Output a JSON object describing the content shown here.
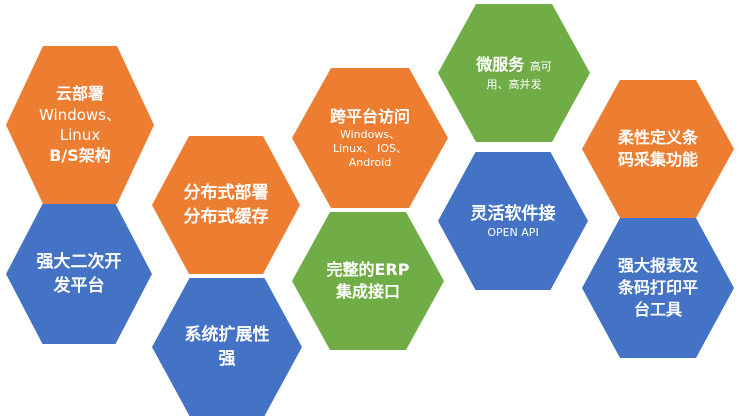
{
  "hexagons": {
    "cloud": {
      "title": "云部署",
      "line1": "Windows、",
      "line2": "Linux",
      "line3": "B/S架构"
    },
    "ha": {
      "title": "微服务",
      "sub_inline": "高可",
      "sub_line2": "用、高并发"
    },
    "cross": {
      "title": "跨平台访问",
      "sub1": "Windows、",
      "sub2": "Linux、 IOS、",
      "sub3": "Android"
    },
    "barcode": {
      "line1": "柔性定义条",
      "line2": "码采集功能"
    },
    "dist": {
      "line1": "分布式部署",
      "line2": "分布式缓存"
    },
    "flex": {
      "title": "灵活软件接",
      "sub": "OPEN API"
    },
    "erp": {
      "line1": "完整的ERP",
      "line2": "集成接口"
    },
    "dev": {
      "line1": "强大二次开",
      "line2": "发平台"
    },
    "report": {
      "line1": "强大报表及",
      "line2": "条码打印平",
      "line3": "台工具"
    },
    "ext": {
      "line1": "系统扩展性",
      "line2": "强"
    }
  },
  "colors": {
    "orange": "#ed7d31",
    "green": "#70ad47",
    "blue": "#4472c4"
  }
}
